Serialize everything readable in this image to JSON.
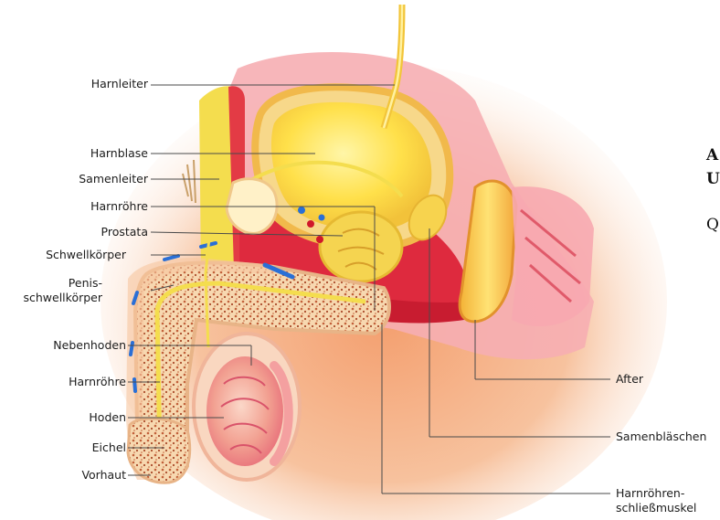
{
  "labels_left": {
    "harnleiter": "Harnleiter",
    "harnblase": "Harnblase",
    "samenleiter": "Samenleiter",
    "harnroehre_top": "Harnröhre",
    "prostata": "Prostata",
    "schwellkoerper": "Schwellkörper",
    "penis_line1": "Penis-",
    "penis_line2": "schwellkörper",
    "nebenhoden": "Nebenhoden",
    "harnroehre_bottom": "Harnröhre",
    "hoden": "Hoden",
    "eichel": "Eichel",
    "vorhaut": "Vorhaut"
  },
  "labels_right": {
    "after": "After",
    "samenblaeschen": "Samenbläschen",
    "schliessmuskel_line1": "Harnröhren-",
    "schliessmuskel_line2": "schließmuskel"
  },
  "side_text": {
    "line1": "A",
    "line2": "U",
    "line3": "Q"
  },
  "colors": {
    "tissue_red": "#e0243c",
    "tissue_pink": "#f5a0a8",
    "fat_yellow": "#f6e04c",
    "bladder_yellow": "#ffe55a",
    "glow_orange": "#f7b489",
    "vein_blue": "#2a6fd6",
    "vessel_red": "#d0182a",
    "leader_line": "#4a4a4a"
  }
}
